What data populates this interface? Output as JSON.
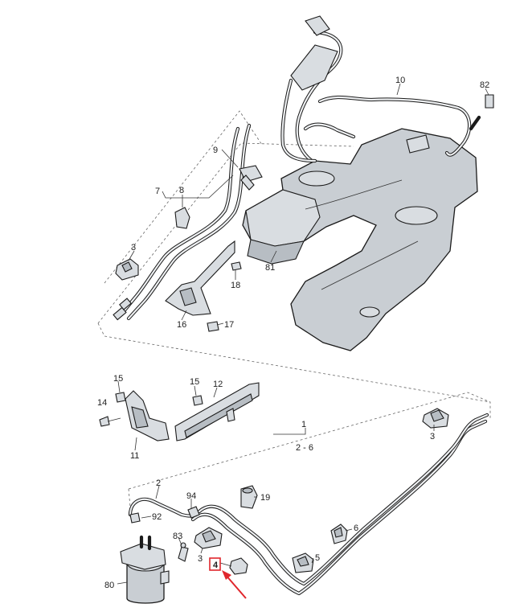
{
  "diagram": {
    "callouts": [
      {
        "id": "c10",
        "text": "10"
      },
      {
        "id": "c82",
        "text": "82"
      },
      {
        "id": "c9",
        "text": "9"
      },
      {
        "id": "c7",
        "text": "7"
      },
      {
        "id": "c8",
        "text": "8"
      },
      {
        "id": "c3a",
        "text": "3"
      },
      {
        "id": "c18",
        "text": "18"
      },
      {
        "id": "c81",
        "text": "81"
      },
      {
        "id": "c16",
        "text": "16"
      },
      {
        "id": "c17",
        "text": "17"
      },
      {
        "id": "c15a",
        "text": "15"
      },
      {
        "id": "c15b",
        "text": "15"
      },
      {
        "id": "c12",
        "text": "12"
      },
      {
        "id": "c14",
        "text": "14"
      },
      {
        "id": "c11",
        "text": "11"
      },
      {
        "id": "c1",
        "text": "1"
      },
      {
        "id": "c2-6",
        "text": "2 - 6"
      },
      {
        "id": "c3b",
        "text": "3"
      },
      {
        "id": "c2",
        "text": "2"
      },
      {
        "id": "c94",
        "text": "94"
      },
      {
        "id": "c19",
        "text": "19"
      },
      {
        "id": "c92",
        "text": "92"
      },
      {
        "id": "c83",
        "text": "83"
      },
      {
        "id": "c6",
        "text": "6"
      },
      {
        "id": "c3c",
        "text": "3"
      },
      {
        "id": "c5",
        "text": "5"
      },
      {
        "id": "c4",
        "text": "4"
      },
      {
        "id": "c80",
        "text": "80"
      }
    ],
    "highlight": {
      "callout": "4",
      "color": "#e0262c"
    }
  }
}
